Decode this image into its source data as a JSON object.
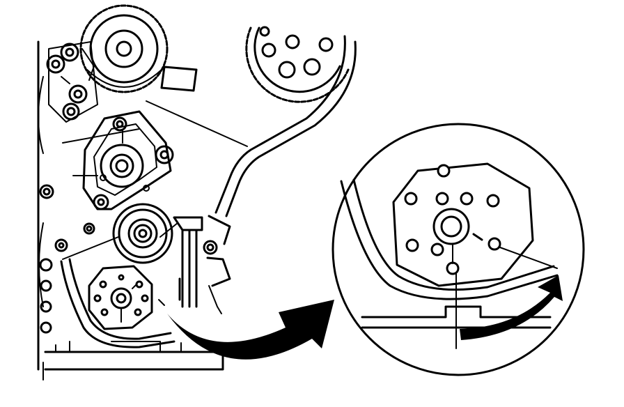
{
  "diagram": {
    "kind": "timing-belt-illustration",
    "ink_color": "#000000",
    "paper_color": "#ffffff",
    "callout": "magnified-view-of-crankshaft-sprocket",
    "arrow_direction": "clockwise"
  }
}
